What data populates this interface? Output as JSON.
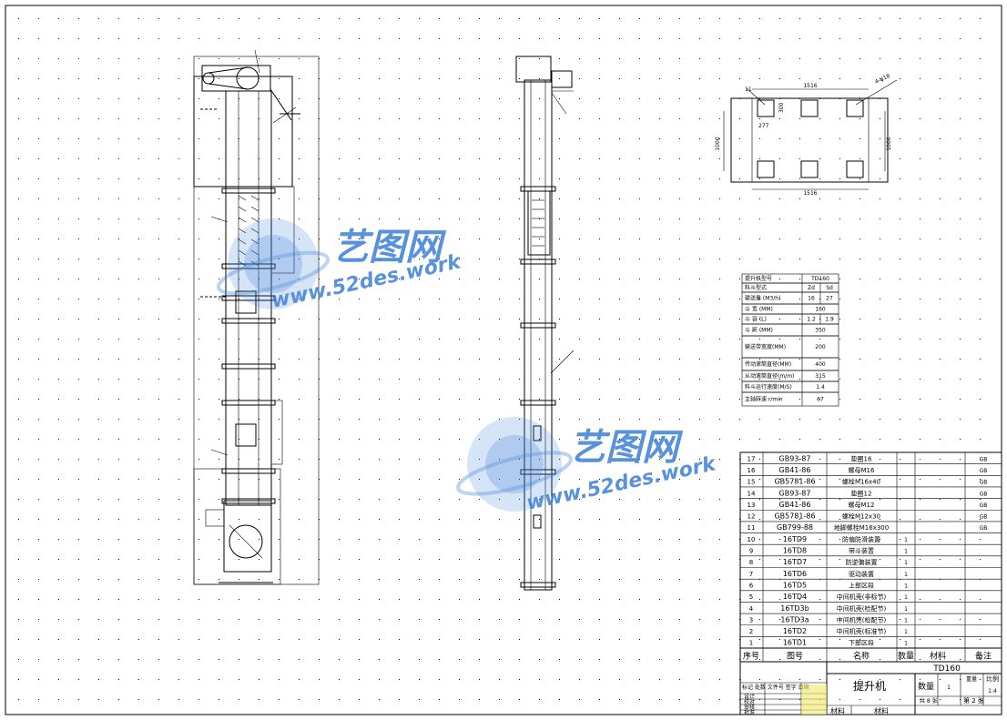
{
  "watermark": {
    "brand": "艺图网",
    "url": "www.52des.work",
    "color": "#3d7fd6"
  },
  "spec_table": {
    "rows": [
      {
        "label": "提升机型号",
        "v1": "TD160",
        "v2": ""
      },
      {
        "label": "料斗型式",
        "v1": "Zd",
        "v2": "Sd"
      },
      {
        "label": "输送量 (M3/h)",
        "v1": "16",
        "v2": "27"
      },
      {
        "label": "斗 宽 (MM)",
        "v1": "160",
        "v2": ""
      },
      {
        "label": "斗 容 (L)",
        "v1": "1.2",
        "v2": "1.9"
      },
      {
        "label": "斗 距 (MM)",
        "v1": "350",
        "v2": ""
      },
      {
        "label": "输送带宽度(MM)",
        "v1": "200",
        "v2": ""
      },
      {
        "label": "传动滚筒直径(MM)",
        "v1": "400",
        "v2": ""
      },
      {
        "label": "从动滚筒直径(m/m)",
        "v1": "315",
        "v2": ""
      },
      {
        "label": "料斗运行速度(M/S)",
        "v1": "1.4",
        "v2": ""
      },
      {
        "label": "主轴转速 r/min",
        "v1": "67",
        "v2": ""
      }
    ]
  },
  "top_view": {
    "dim_top": "1516",
    "dim_bottom": "1516",
    "dim_left": "1000",
    "dim_right": "1000",
    "label_left": "11",
    "label_right": "4-φ18",
    "label_inner": "277",
    "label_inner2": "300"
  },
  "bom": {
    "header": {
      "no": "序号",
      "code": "图号",
      "name": "名称",
      "qty": "数量",
      "material": "材料",
      "note": "备注"
    },
    "rows": [
      {
        "no": "17",
        "code": "GB93-87",
        "name": "垫圈16",
        "qty": "",
        "material": "",
        "note": "GB"
      },
      {
        "no": "16",
        "code": "GB41-86",
        "name": "螺母M16",
        "qty": "",
        "material": "",
        "note": "GB"
      },
      {
        "no": "15",
        "code": "GB5781-86",
        "name": "螺栓M16x40",
        "qty": "",
        "material": "",
        "note": "GB"
      },
      {
        "no": "14",
        "code": "GB93-87",
        "name": "垫圈12",
        "qty": "",
        "material": "",
        "note": "GB"
      },
      {
        "no": "13",
        "code": "GB41-86",
        "name": "螺母M12",
        "qty": "",
        "material": "",
        "note": "GB"
      },
      {
        "no": "12",
        "code": "GB5781-86",
        "name": "螺栓M12x30",
        "qty": "",
        "material": "",
        "note": "GB"
      },
      {
        "no": "11",
        "code": "GB799-88",
        "name": "地脚螺栓M16x300",
        "qty": "",
        "material": "",
        "note": "GB"
      },
      {
        "no": "10",
        "code": "16TD9",
        "name": "防偏防滑装置",
        "qty": "1",
        "material": "",
        "note": ""
      },
      {
        "no": "9",
        "code": "16TD8",
        "name": "带斗装置",
        "qty": "1",
        "material": "",
        "note": ""
      },
      {
        "no": "8",
        "code": "16TD7",
        "name": "防逆偏装置",
        "qty": "1",
        "material": "",
        "note": ""
      },
      {
        "no": "7",
        "code": "16TD6",
        "name": "驱动装置",
        "qty": "1",
        "material": "",
        "note": ""
      },
      {
        "no": "6",
        "code": "16TD5",
        "name": "上部区段",
        "qty": "1",
        "material": "",
        "note": ""
      },
      {
        "no": "5",
        "code": "16TD4",
        "name": "中间机壳(非标节)",
        "qty": "1",
        "material": "",
        "note": ""
      },
      {
        "no": "4",
        "code": "16TD3b",
        "name": "中间机壳(检配节)",
        "qty": "1",
        "material": "",
        "note": ""
      },
      {
        "no": "3",
        "code": "16TD3a",
        "name": "中间机壳(检配节)",
        "qty": "1",
        "material": "",
        "note": ""
      },
      {
        "no": "2",
        "code": "16TD2",
        "name": "中间机壳(标准节)",
        "qty": "1",
        "material": "",
        "note": ""
      },
      {
        "no": "1",
        "code": "16TD1",
        "name": "下部区段",
        "qty": "1",
        "material": "",
        "note": ""
      }
    ]
  },
  "title_block": {
    "model": "TD160",
    "title": "提升机",
    "qty_label": "数量",
    "qty_value": "1",
    "weight_label": "重量",
    "scale_label": "比例",
    "scale_value": "1:4",
    "sheets": "共 8 张",
    "sheet_no": "第 2 张",
    "material_label1": "材料",
    "material_label2": "材料",
    "sign_rows": [
      "标记",
      "设计",
      "校对",
      "审核",
      "批准"
    ],
    "sign_header": "标记 处数 文件号 签字 日期"
  }
}
